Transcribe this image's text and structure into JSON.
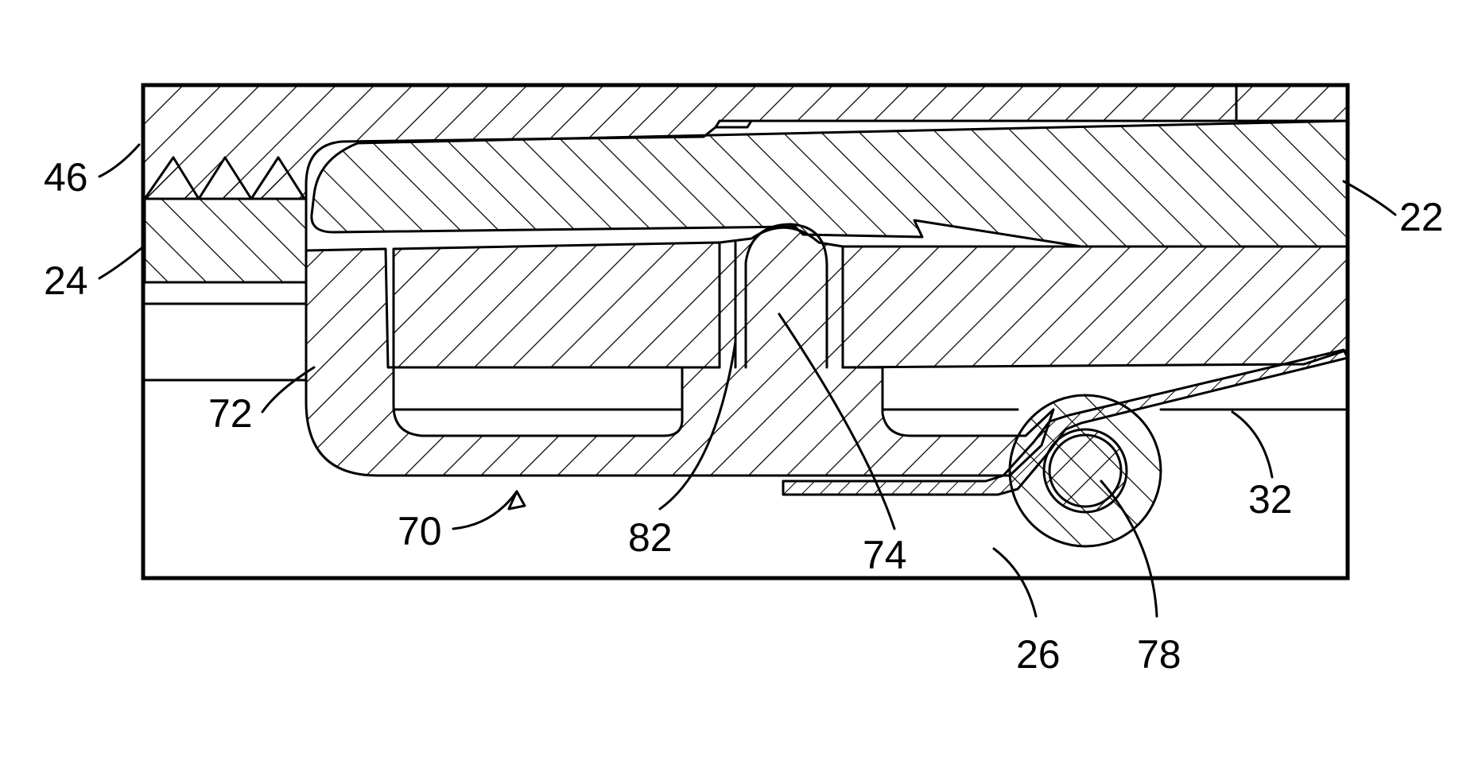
{
  "colors": {
    "line": "#000000",
    "background": "#ffffff"
  },
  "labels": {
    "l46": "46",
    "l24": "24",
    "l22": "22",
    "l72": "72",
    "l70": "70",
    "l82": "82",
    "l74": "74",
    "l32": "32",
    "l26": "26",
    "l78": "78"
  }
}
